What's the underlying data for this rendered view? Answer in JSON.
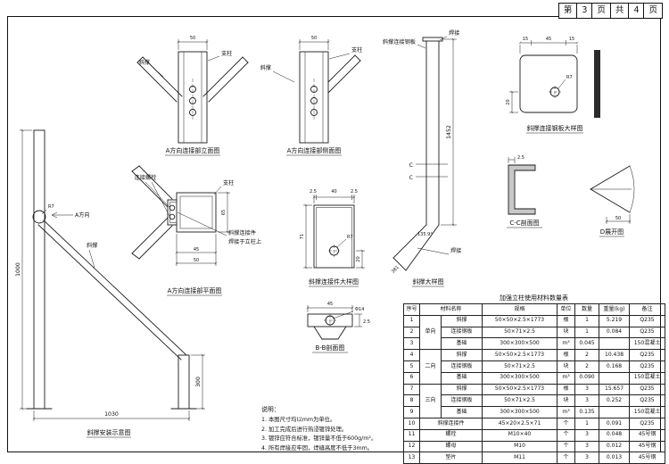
{
  "page_header": {
    "cells": [
      "第",
      "3",
      "页",
      "共",
      "4",
      "页"
    ]
  },
  "labels": {
    "zhizhu": "支柱",
    "xiecheng": "斜撑",
    "hanjie": "焊接",
    "lianjie_luoshuan": "连接螺栓",
    "xiecheng_lianjie_gangban": "斜撑连接钢板",
    "connector_l1": "斜撑连接件",
    "connector_l2": "焊接于立柱上",
    "a_dir": "A方向",
    "c_mark": "C"
  },
  "titles": {
    "elev": "A方向连接部立面图",
    "side": "A方向连接部侧面图",
    "plate": "斜撑连接钢板大样图",
    "plan": "A方向连接部平面图",
    "connector": "斜撑连接件大样图",
    "cc": "C-C剖面图",
    "dd": "D展开图",
    "brace": "斜撑大样图",
    "install": "斜撑安装示意图",
    "bb": "B-B剖面图"
  },
  "dims": {
    "d50": "50",
    "d45": "45",
    "d15": "15",
    "d20": "20",
    "d1452": "1452",
    "d2_5": "2.5",
    "d40": "40",
    "d71": "71",
    "r7": "R7",
    "ang": "135.9°",
    "d381": "381",
    "d1000": "1000",
    "d300": "300",
    "d1030": "1030",
    "d65": "65",
    "phi14": "Φ14"
  },
  "notes": {
    "heading": "说明：",
    "items": [
      "1. 本图尺寸均以mm为单位。",
      "2. 加工完成后进行热浸镀锌处理。",
      "3. 镀锌应符合标准，镀锌量不低于600g/m²。",
      "4. 所有焊接应牢固，焊缝高度不低于3mm。"
    ]
  },
  "table": {
    "title": "加强立柱使用材料数量表",
    "headers": {
      "no": "序号",
      "name": "材料名称",
      "spec": "规格",
      "unit": "单位",
      "qty": "数量",
      "weight": "重量(kg)",
      "note": "备注"
    },
    "rows": [
      {
        "no": "1",
        "group": "单向",
        "group_span": 3,
        "name": "斜撑",
        "spec": "50×50×2.5×1773",
        "unit": "根",
        "qty": "1",
        "weight": "5.219",
        "note": "Q235"
      },
      {
        "no": "2",
        "name": "连接钢板",
        "spec": "50×71×2.5",
        "unit": "块",
        "qty": "1",
        "weight": "0.084",
        "note": "Q235"
      },
      {
        "no": "3",
        "name": "基础",
        "spec": "300×300×500",
        "unit": "m³",
        "qty": "0.045",
        "weight": "",
        "note": "150混凝土"
      },
      {
        "no": "4",
        "group": "二向",
        "group_span": 3,
        "name": "斜撑",
        "spec": "50×50×2.5×1773",
        "unit": "根",
        "qty": "2",
        "weight": "10.438",
        "note": "Q235"
      },
      {
        "no": "5",
        "name": "连接钢板",
        "spec": "50×71×2.5",
        "unit": "块",
        "qty": "2",
        "weight": "0.168",
        "note": "Q235"
      },
      {
        "no": "6",
        "name": "基础",
        "spec": "300×300×500",
        "unit": "m³",
        "qty": "0.090",
        "weight": "",
        "note": "150混凝土"
      },
      {
        "no": "7",
        "group": "三向",
        "group_span": 3,
        "name": "斜撑",
        "spec": "50×50×2.5×1773",
        "unit": "根",
        "qty": "3",
        "weight": "15.657",
        "note": "Q235"
      },
      {
        "no": "8",
        "name": "连接钢板",
        "spec": "50×71×2.5",
        "unit": "块",
        "qty": "3",
        "weight": "0.252",
        "note": "Q235"
      },
      {
        "no": "9",
        "name": "基础",
        "spec": "300×300×500",
        "unit": "m³",
        "qty": "0.135",
        "weight": "",
        "note": "150混凝土"
      },
      {
        "no": "10",
        "name": "斜撑连接件",
        "name_span": 2,
        "spec": "45×20×2.5×71",
        "unit": "个",
        "qty": "1",
        "weight": "0.091",
        "note": "Q235"
      },
      {
        "no": "11",
        "name": "螺栓",
        "name_span": 2,
        "spec": "M10×40",
        "unit": "个",
        "qty": "3",
        "weight": "0.048",
        "note": "45号钢"
      },
      {
        "no": "12",
        "name": "螺母",
        "name_span": 2,
        "spec": "M10",
        "unit": "个",
        "qty": "3",
        "weight": "0.012",
        "note": "45号钢"
      },
      {
        "no": "13",
        "name": "垫片",
        "name_span": 2,
        "spec": "M11",
        "unit": "个",
        "qty": "3",
        "weight": "0.013",
        "note": "45号钢"
      }
    ]
  }
}
